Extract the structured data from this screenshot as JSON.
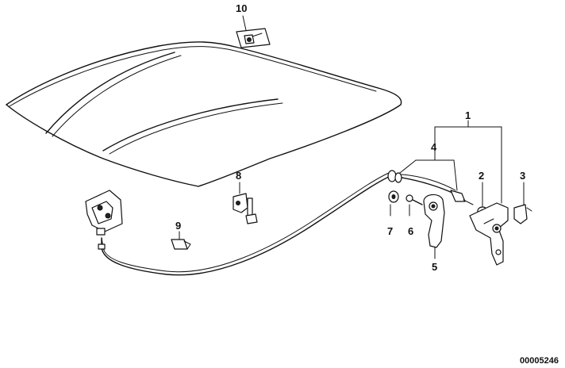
{
  "callouts": {
    "c1": "1",
    "c2": "2",
    "c3": "3",
    "c4": "4",
    "c5": "5",
    "c6": "6",
    "c7": "7",
    "c8": "8",
    "c9": "9",
    "c10": "10"
  },
  "reference_number": "00005246"
}
